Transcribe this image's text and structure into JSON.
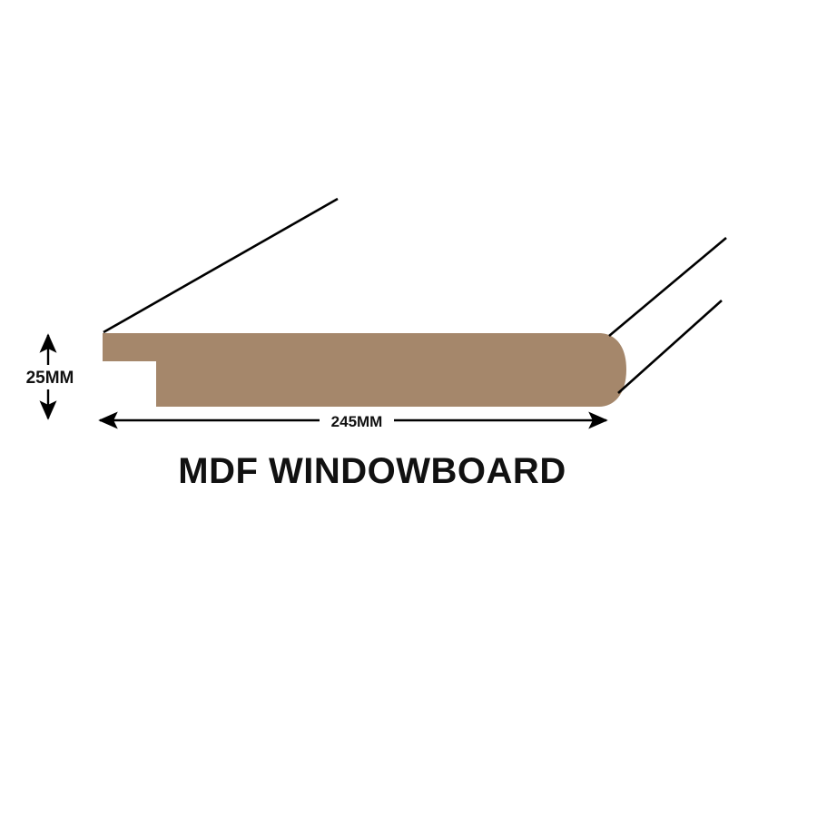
{
  "diagram": {
    "title": "MDF WINDOWBOARD",
    "background_color": "#FFFFFF",
    "product_color": "#A5876B",
    "line_color": "#000000",
    "dimensions": {
      "thickness_label": "25MM",
      "width_label": "245MM"
    },
    "profile": {
      "shape_name": "mdf-windowboard-cross-section",
      "features": [
        "rebate-notch-left",
        "bullnose-rounded-edge-right",
        "flat-top-surface"
      ]
    },
    "leaders": {
      "left_leader_name": "leader-line-top-surface",
      "right_upper_leader_name": "leader-line-bullnose-upper",
      "right_lower_leader_name": "leader-line-bullnose-lower"
    }
  }
}
